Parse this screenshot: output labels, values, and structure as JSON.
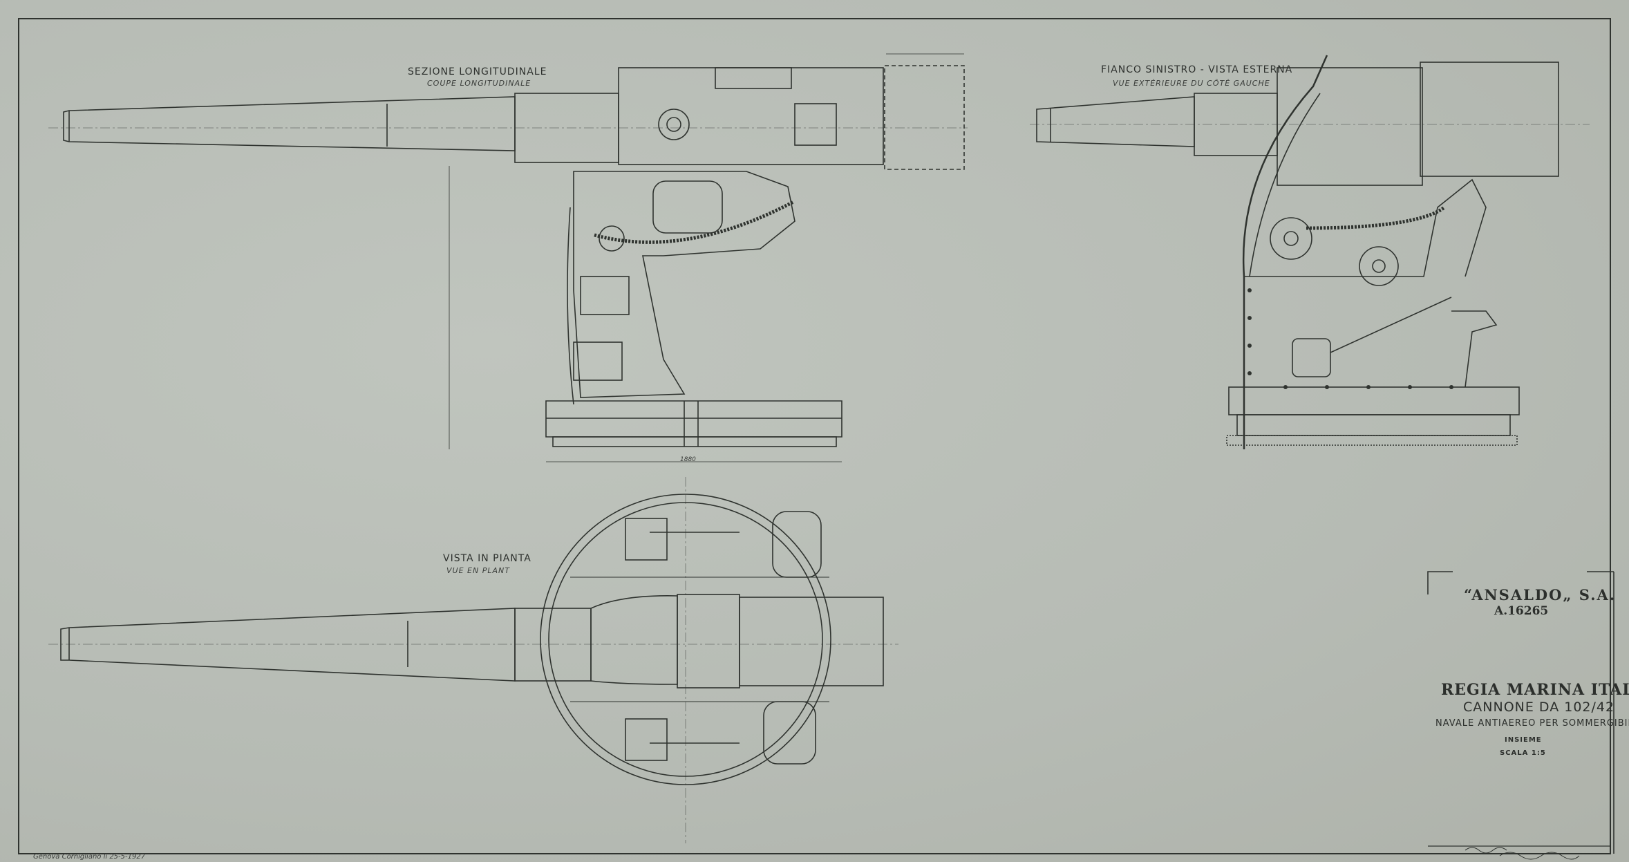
{
  "views": {
    "section": {
      "title": "SEZIONE LONGITUDINALE",
      "subtitle": "COUPE LONGITUDINALE"
    },
    "side": {
      "title": "FIANCO SINISTRO - VISTA ESTERNA",
      "subtitle": "VUE EXTÉRIEURE DU CÔTÉ GAUCHE"
    },
    "plan": {
      "title": "VISTA IN PIANTA",
      "subtitle": "VUE EN PLANT"
    }
  },
  "dimensions": {
    "width": "1880"
  },
  "title_block": {
    "company": "“ANSALDO„ S.A.",
    "drawing_number": "A.16265",
    "client": "REGIA MARINA ITALIANA",
    "gun": "CANNONE DA 102/42",
    "description": "NAVALE ANTIAEREO PER SOMMERGIBILE",
    "type": "INSIEME",
    "scale": "SCALA 1:5"
  },
  "footer": {
    "place_date": "Genova Cornigliano  li 25-5-1927"
  },
  "colors": {
    "paper": "#b9beb7",
    "ink": "#2c2f2c"
  }
}
